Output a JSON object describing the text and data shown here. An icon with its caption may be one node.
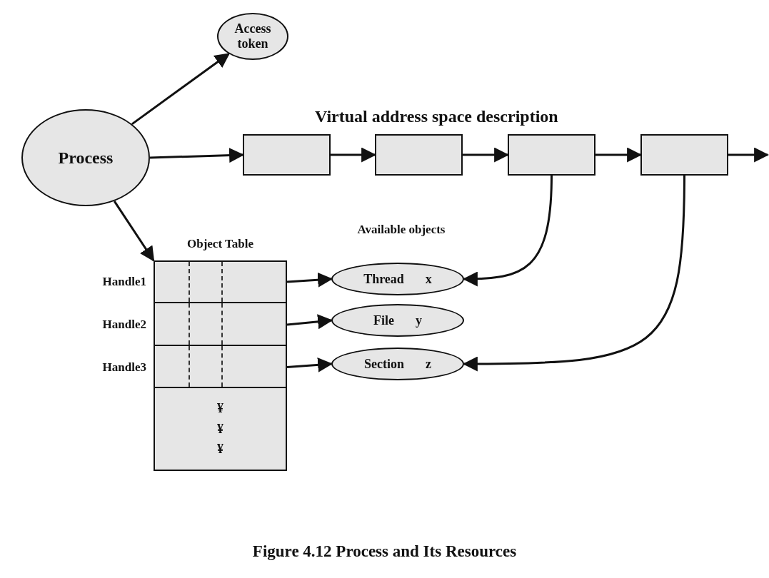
{
  "diagram": {
    "caption": "Figure 4.12 Process and Its Resources",
    "nodes": [
      {
        "text": [
          "Process"
        ]
      },
      {
        "text": [
          "Access token"
        ]
      },
      {
        "text": [],
        "shape": "box"
      },
      {
        "text": [],
        "shape": "box"
      },
      {
        "text": [],
        "shape": "box"
      },
      {
        "text": [],
        "shape": "box"
      },
      {
        "text": [
          "Object Table"
        ]
      },
      {
        "text": [],
        "shape": "box",
        "in": 6,
        "beside": [
          "Handle1"
        ]
      },
      {
        "text": [],
        "shape": "box",
        "in": 6,
        "beside": [
          "Handle2"
        ]
      },
      {
        "text": [],
        "shape": "box",
        "in": 6,
        "beside": [
          "Handle3"
        ]
      },
      {
        "text": [
          "¥ ¥ ¥"
        ],
        "in": 6
      },
      {
        "text": [
          "Thread",
          "x"
        ]
      },
      {
        "text": [
          "File",
          "y"
        ]
      },
      {
        "text": [
          "Section",
          "z"
        ]
      }
    ],
    "edges": [
      {
        "from": 0,
        "to": 1,
        "arrow": "to"
      },
      {
        "from": 0,
        "to": 2,
        "arrow": "to"
      },
      {
        "from": 2,
        "to": 3,
        "arrow": "to"
      },
      {
        "from": 3,
        "to": 4,
        "arrow": "to"
      },
      {
        "from": 4,
        "to": 5,
        "arrow": "to"
      },
      {
        "from": 5,
        "to": null,
        "arrow": "to"
      },
      {
        "from": 0,
        "to": 6,
        "arrow": "to"
      },
      {
        "from": 7,
        "to": 11,
        "arrow": "to"
      },
      {
        "from": 8,
        "to": 12,
        "arrow": "to"
      },
      {
        "from": 9,
        "to": 13,
        "arrow": "to"
      },
      {
        "from": 4,
        "to": 11,
        "arrow": "to"
      },
      {
        "from": 5,
        "to": 13,
        "arrow": "to"
      }
    ],
    "labels": [
      "Virtual address space description",
      "Available objects"
    ]
  }
}
